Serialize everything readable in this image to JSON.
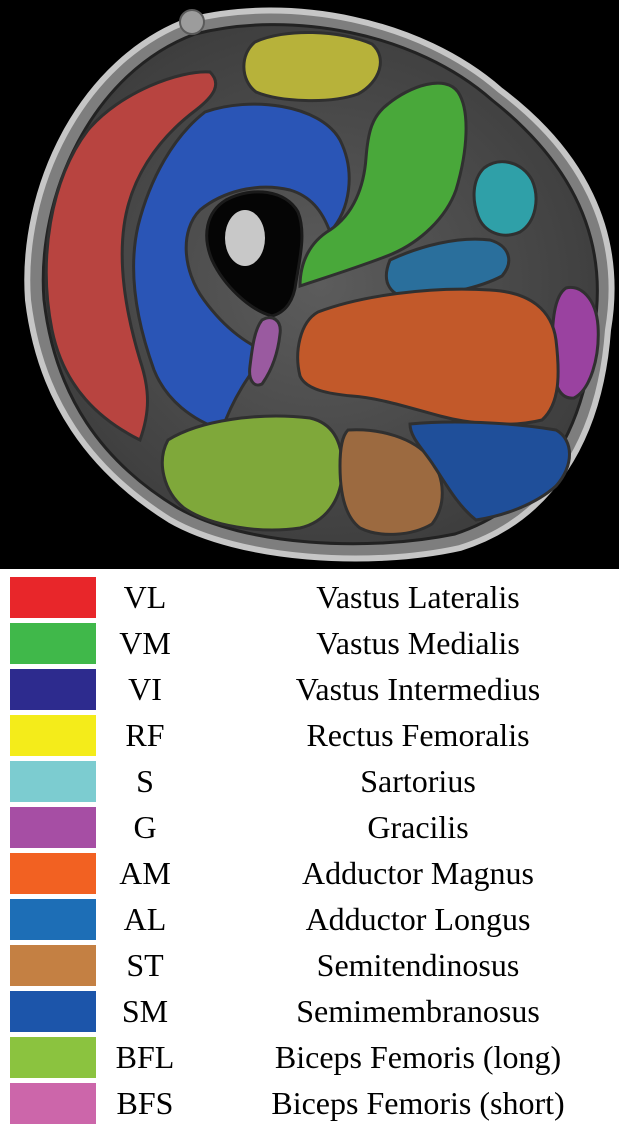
{
  "legend": [
    {
      "abbr": "VL",
      "name": "Vastus Lateralis",
      "color": "#e8262a"
    },
    {
      "abbr": "VM",
      "name": "Vastus Medialis",
      "color": "#40b84a"
    },
    {
      "abbr": "VI",
      "name": "Vastus Intermedius",
      "color": "#2d2b8e"
    },
    {
      "abbr": "RF",
      "name": "Rectus Femoralis",
      "color": "#f4ec1a"
    },
    {
      "abbr": "S",
      "name": "Sartorius",
      "color": "#7cccd0"
    },
    {
      "abbr": "G",
      "name": "Gracilis",
      "color": "#a64ea4"
    },
    {
      "abbr": "AM",
      "name": "Adductor Magnus",
      "color": "#f26122"
    },
    {
      "abbr": "AL",
      "name": "Adductor Longus",
      "color": "#1d6eb6"
    },
    {
      "abbr": "ST",
      "name": "Semitendinosus",
      "color": "#c48043"
    },
    {
      "abbr": "SM",
      "name": "Semimembranosus",
      "color": "#1c55aa"
    },
    {
      "abbr": "BFL",
      "name": "Biceps Femoris (long)",
      "color": "#8bc33f"
    },
    {
      "abbr": "BFS",
      "name": "Biceps Femoris (short)",
      "color": "#cc66aa"
    }
  ],
  "colors": {
    "background": "#000000",
    "bone": "#c8c8c8",
    "fascia": "#4a4a4a",
    "skin": "#9a9a9a"
  }
}
